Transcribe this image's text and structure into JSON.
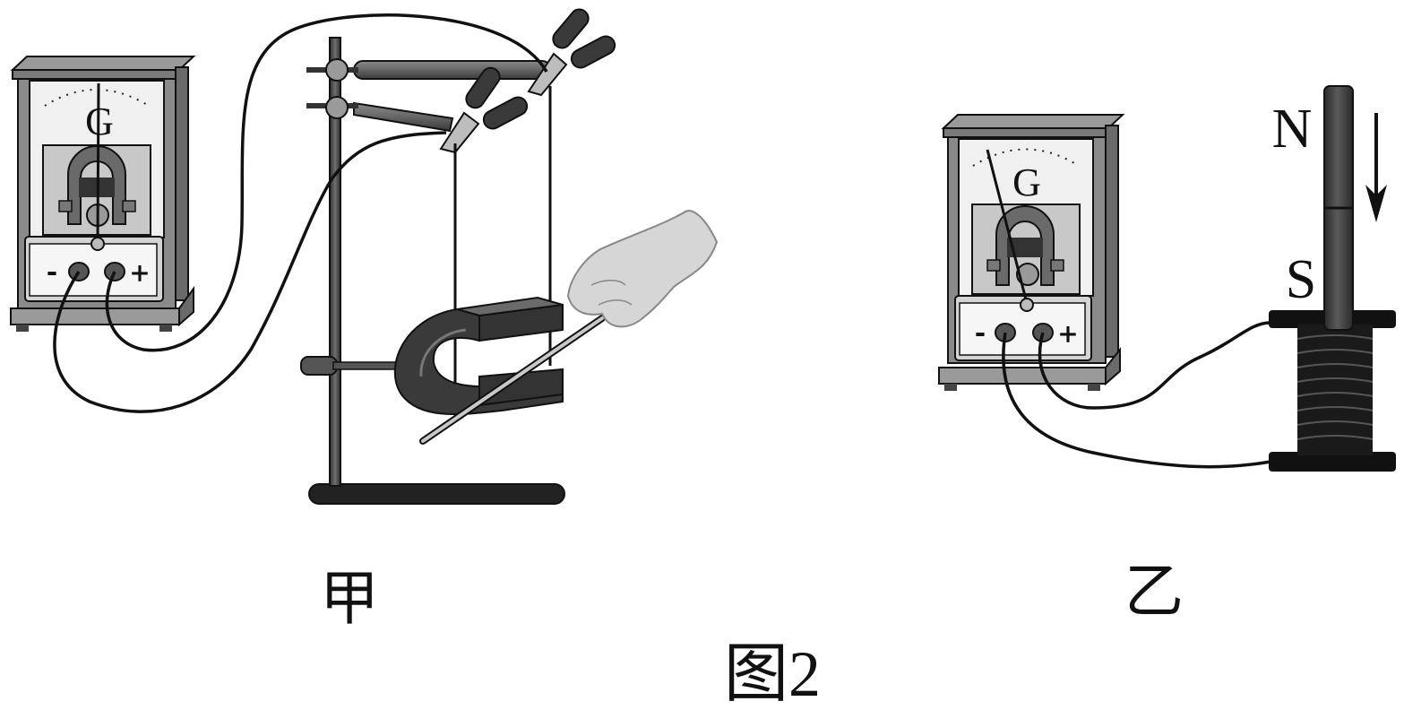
{
  "meter_symbol": "G",
  "terminal_minus": "-",
  "terminal_plus": "+",
  "magnet_north": "N",
  "magnet_south": "S",
  "caption_left": "甲",
  "caption_right": "乙",
  "figure_caption": "图2",
  "colors": {
    "ink": "#111111",
    "frame": "#8a8a8a",
    "frame_dark": "#5e5e5e",
    "face": "#f0f0f0",
    "magnet": "#3a3a3a",
    "skin": "#d4d4d4"
  }
}
